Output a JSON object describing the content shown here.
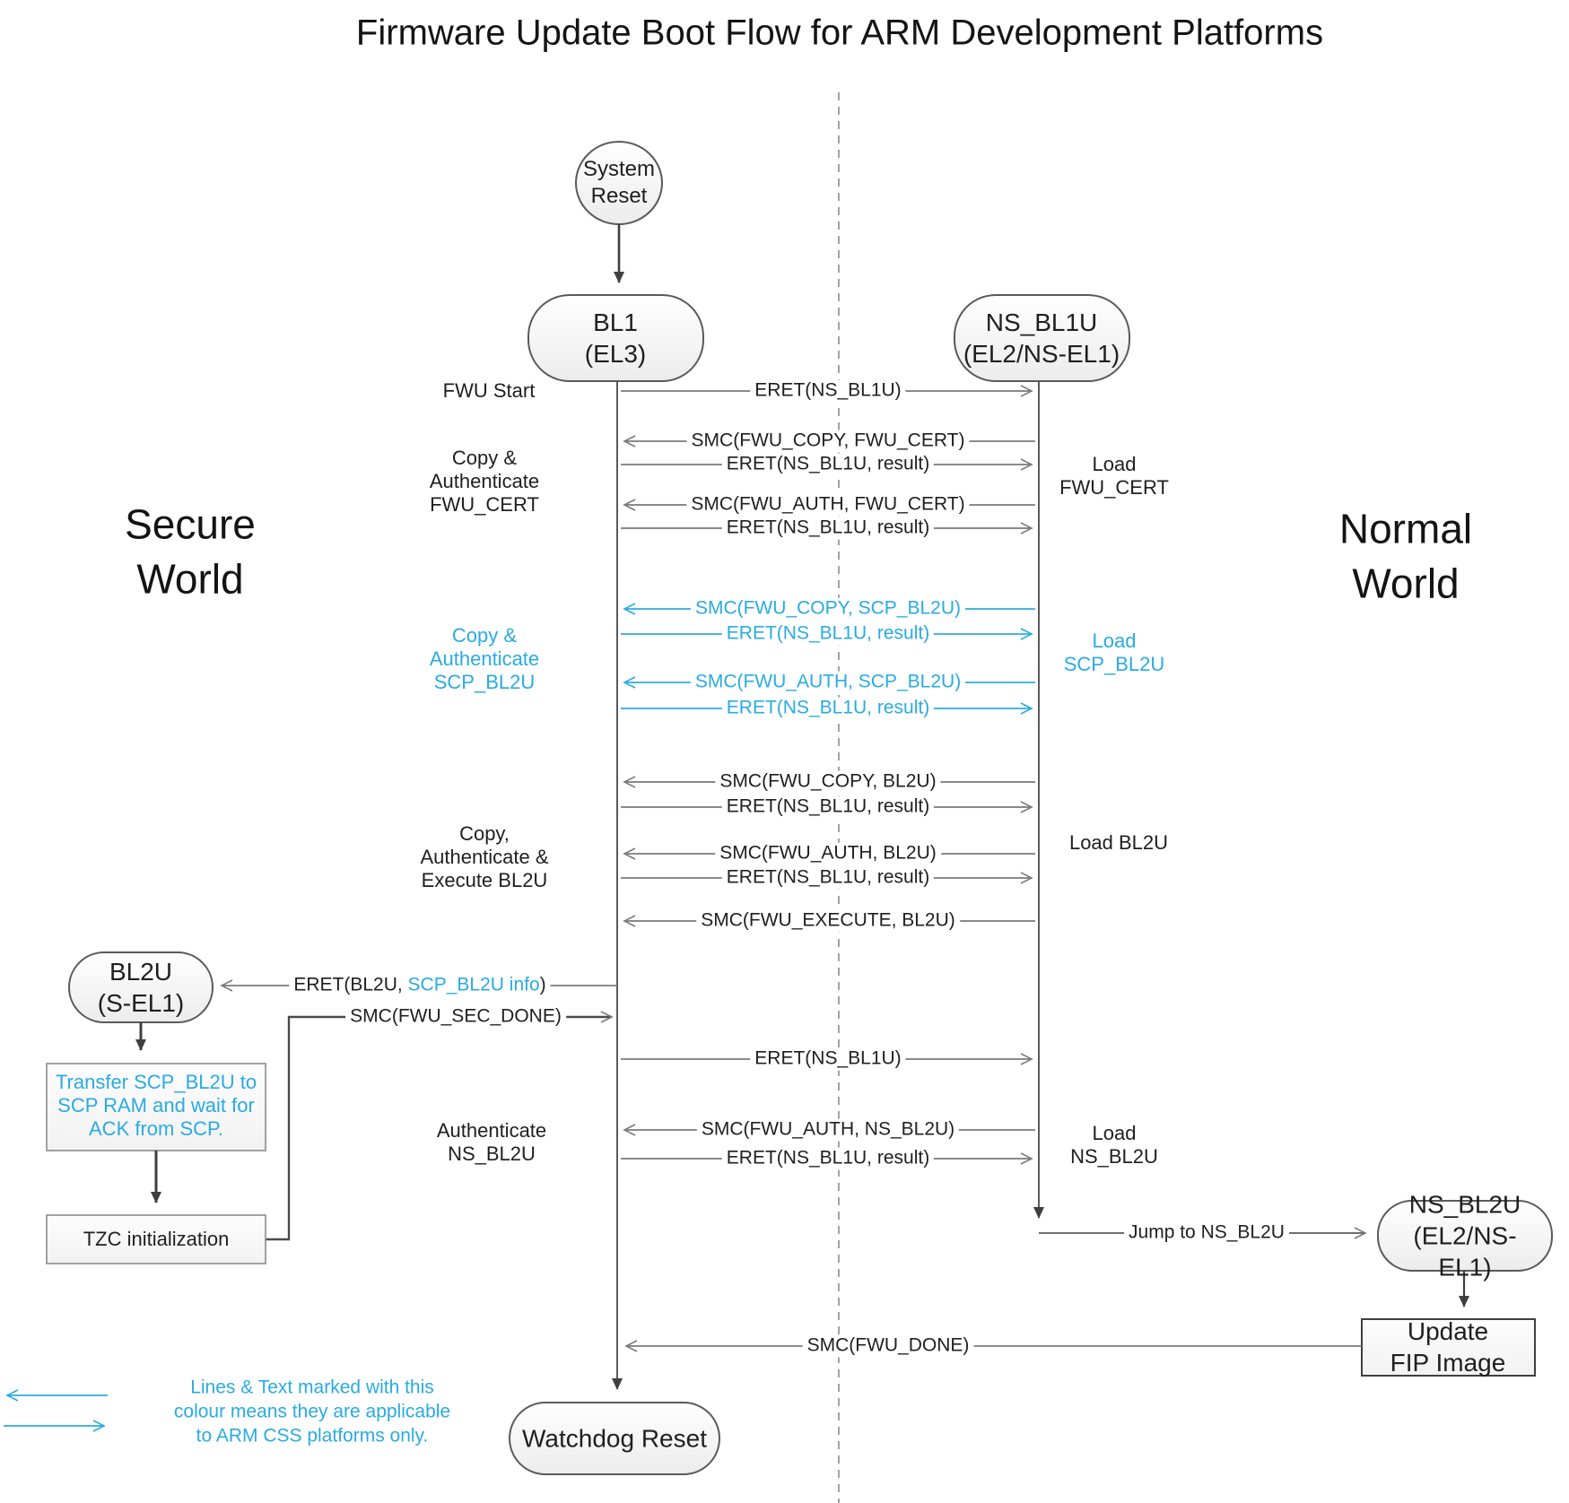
{
  "title": "Firmware Update Boot Flow for ARM Development Platforms",
  "colors": {
    "accent_cyan": "#29abe2",
    "message_line": "#7a7a7a",
    "node_border": "#5a5a5a",
    "flow_arrow": "#3f3f3f",
    "text": "#1f1f1f"
  },
  "regions": {
    "secure_world": "Secure\nWorld",
    "normal_world": "Normal\nWorld"
  },
  "nodes": {
    "system_reset": "System\nReset",
    "bl1": "BL1\n(EL3)",
    "ns_bl1u": "NS_BL1U\n(EL2/NS-EL1)",
    "bl2u": "BL2U\n(S-EL1)",
    "ns_bl2u": "NS_BL2U\n(EL2/NS-EL1)",
    "transfer_scp": "Transfer SCP_BL2U to\nSCP RAM and wait for\nACK from SCP.",
    "tzc_init": "TZC initialization",
    "update_fip": "Update FIP Image",
    "watchdog_reset": "Watchdog Reset"
  },
  "messages": {
    "m1": "ERET(NS_BL1U)",
    "m2": "SMC(FWU_COPY, FWU_CERT)",
    "m3": "ERET(NS_BL1U, result)",
    "m4": "SMC(FWU_AUTH, FWU_CERT)",
    "m5": "ERET(NS_BL1U, result)",
    "m6": "SMC(FWU_COPY, SCP_BL2U)",
    "m7": "ERET(NS_BL1U, result)",
    "m8": "SMC(FWU_AUTH, SCP_BL2U)",
    "m9": "ERET(NS_BL1U, result)",
    "m10": "SMC(FWU_COPY, BL2U)",
    "m11": "ERET(NS_BL1U, result)",
    "m12": "SMC(FWU_AUTH, BL2U)",
    "m13": "ERET(NS_BL1U, result)",
    "m14": "SMC(FWU_EXECUTE, BL2U)",
    "eret_bl2u": {
      "prefix": "ERET(BL2U, ",
      "accent": "SCP_BL2U info",
      "suffix": ")"
    },
    "smc_sec_done": "SMC(FWU_SEC_DONE)",
    "m17": "ERET(NS_BL1U)",
    "m18": "SMC(FWU_AUTH, NS_BL2U)",
    "m19": "ERET(NS_BL1U, result)",
    "jump": "Jump to NS_BL2U",
    "fwu_done": "SMC(FWU_DONE)"
  },
  "side_labels": {
    "fwu_start": "FWU Start",
    "copy_auth_fwu_cert": "Copy &\nAuthenticate\nFWU_CERT",
    "copy_auth_scp_bl2u": "Copy &\nAuthenticate\nSCP_BL2U",
    "copy_auth_exec_bl2u": "Copy,\nAuthenticate &\nExecute BL2U",
    "auth_ns_bl2u": "Authenticate\nNS_BL2U",
    "load_fwu_cert": "Load\nFWU_CERT",
    "load_scp_bl2u": "Load\nSCP_BL2U",
    "load_bl2u": "Load BL2U",
    "load_ns_bl2u": "Load\nNS_BL2U"
  },
  "legend": {
    "text": "Lines & Text marked with this\ncolour means they are applicable\nto ARM CSS platforms only."
  }
}
